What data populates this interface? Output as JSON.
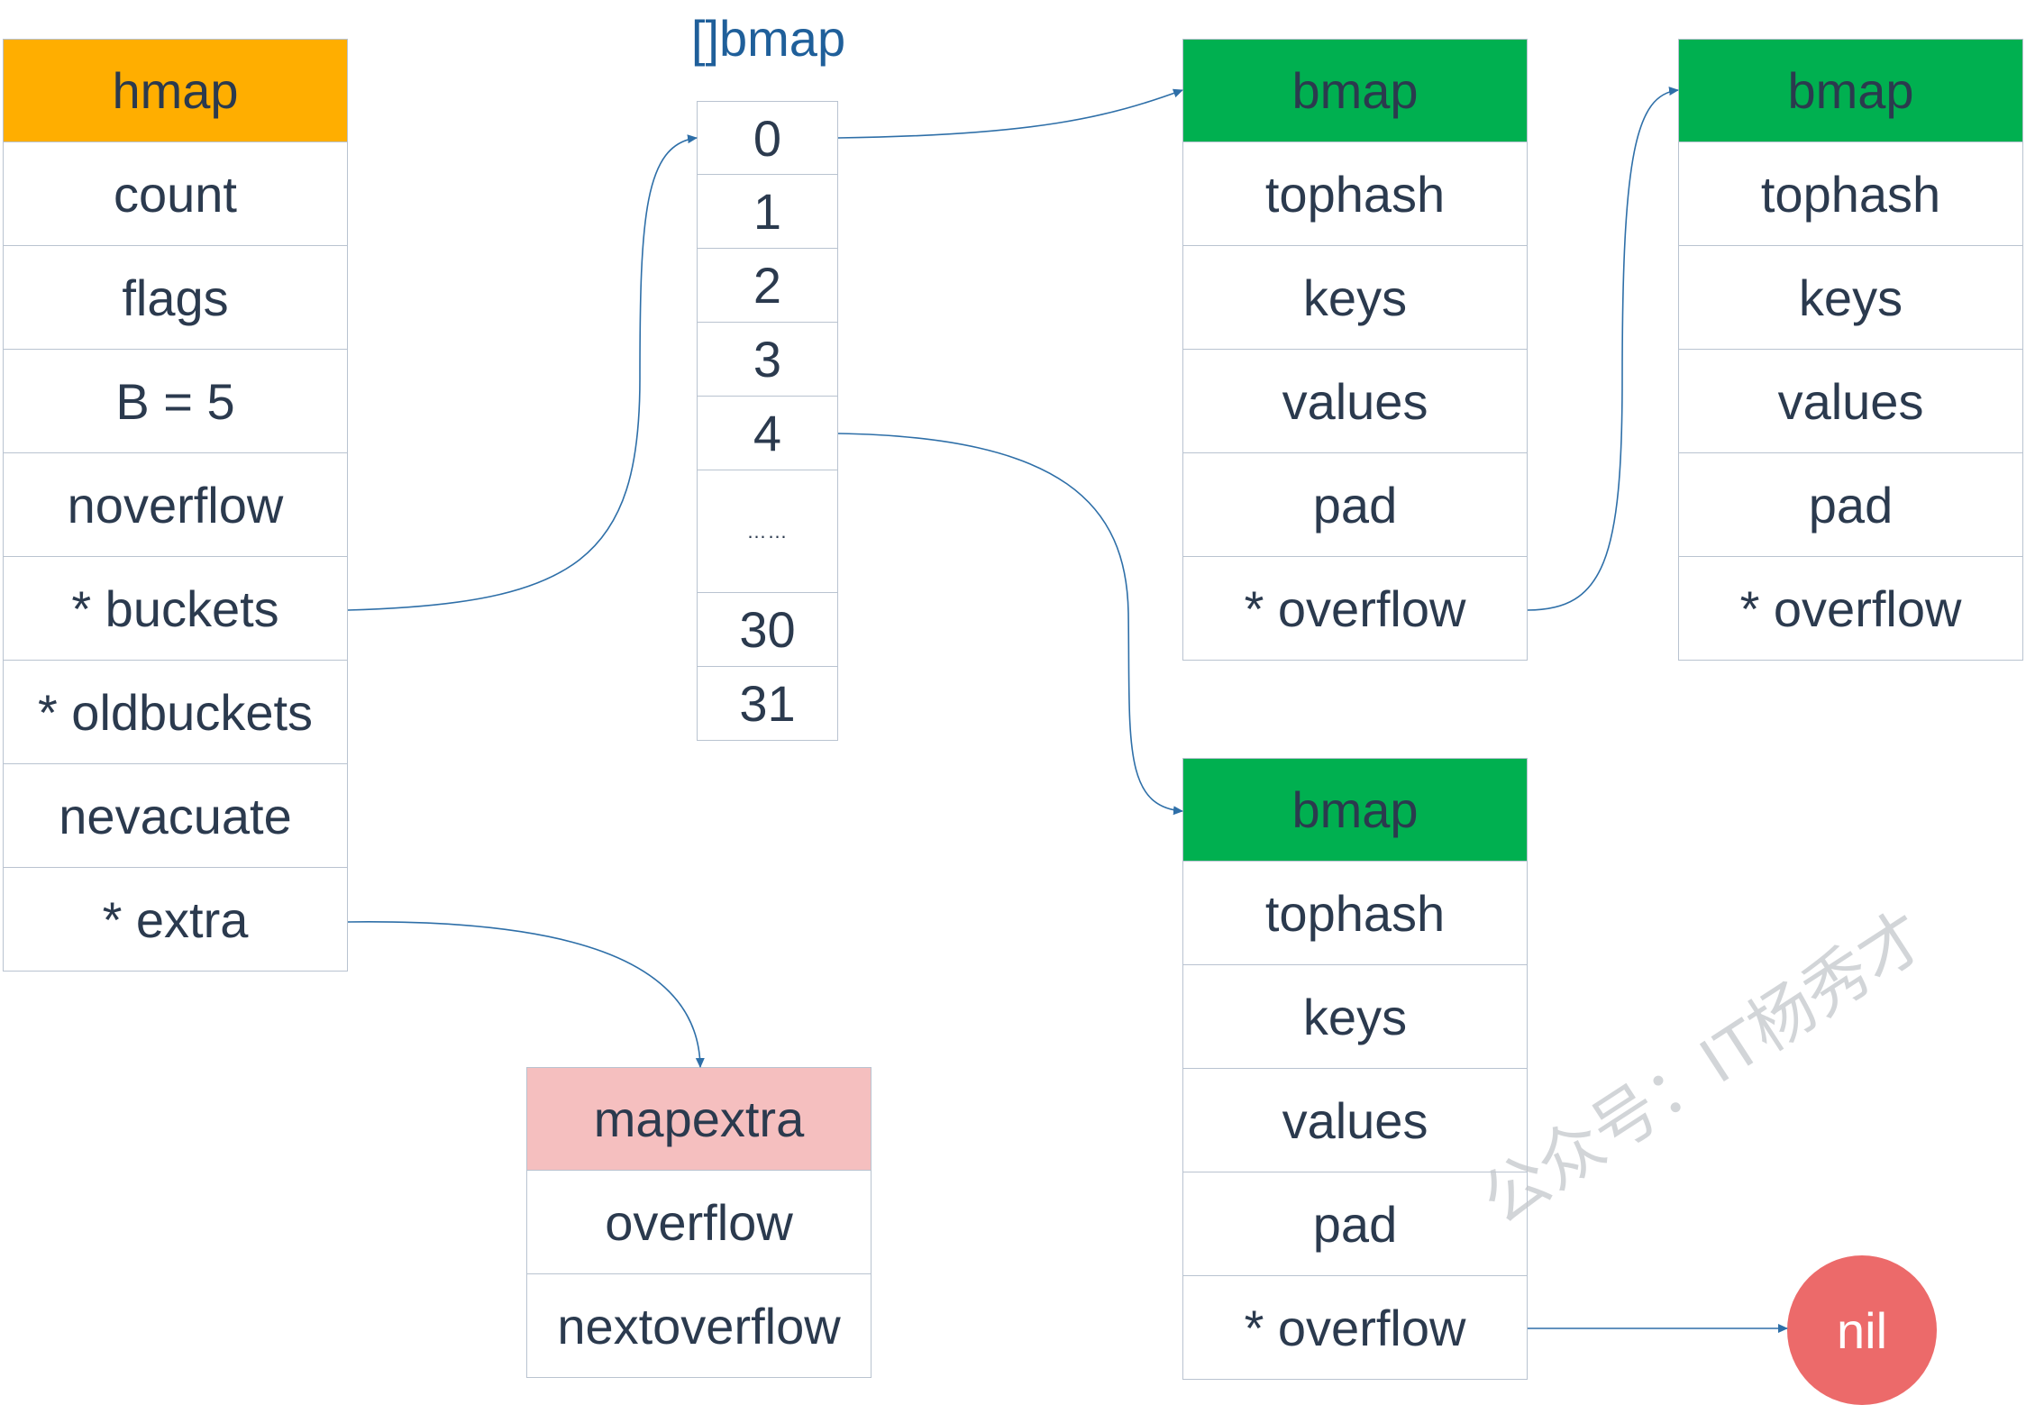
{
  "colors": {
    "hmap_header": "#ffae00",
    "bmap_header": "#00b050",
    "mapextra_header": "#f5bfbf",
    "nil_fill": "#ec6a6a",
    "arrow": "#2e6fa8",
    "title": "#1f5f9a"
  },
  "hmap": {
    "title": "hmap",
    "fields": [
      "count",
      "flags",
      "B = 5",
      "noverflow",
      "* buckets",
      "* oldbuckets",
      "nevacuate",
      "* extra"
    ]
  },
  "bucket_array": {
    "title": "[]bmap",
    "cells": [
      "0",
      "1",
      "2",
      "3",
      "4",
      "……",
      "30",
      "31"
    ]
  },
  "bmap_a": {
    "title": "bmap",
    "fields": [
      "tophash",
      "keys",
      "values",
      "pad",
      "* overflow"
    ]
  },
  "bmap_b": {
    "title": "bmap",
    "fields": [
      "tophash",
      "keys",
      "values",
      "pad",
      "* overflow"
    ]
  },
  "bmap_c": {
    "title": "bmap",
    "fields": [
      "tophash",
      "keys",
      "values",
      "pad",
      "* overflow"
    ]
  },
  "mapextra": {
    "title": "mapextra",
    "fields": [
      "overflow",
      "nextoverflow"
    ]
  },
  "nil_label": "nil",
  "watermark": "公众号：IT杨秀才"
}
